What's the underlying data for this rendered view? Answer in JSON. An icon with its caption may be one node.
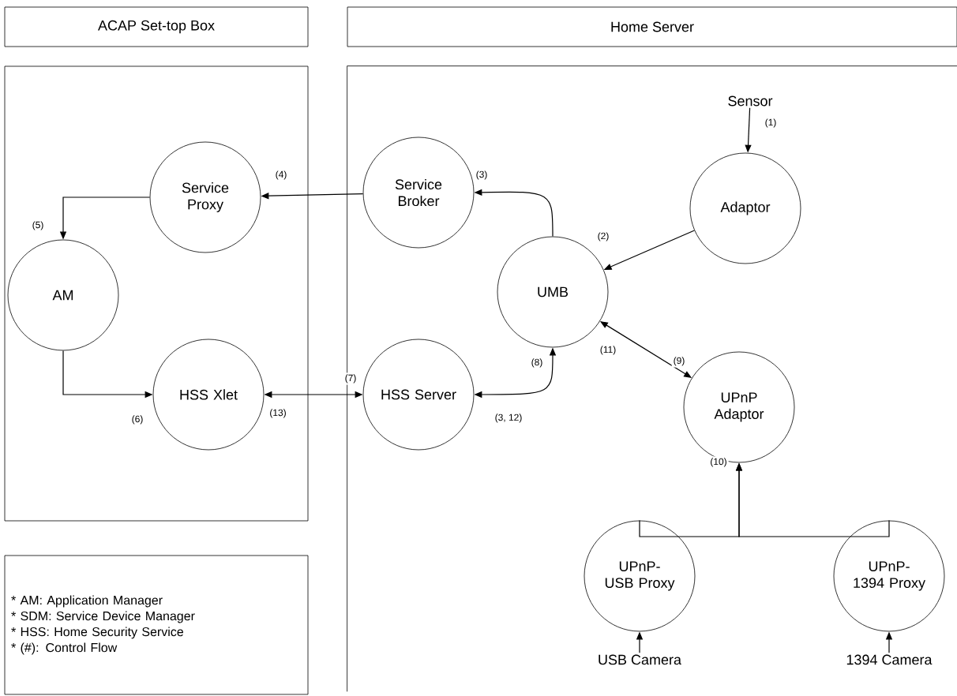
{
  "diagram": {
    "nodes": [
      {
        "text": [
          "ACAP Set-top Box"
        ]
      },
      {
        "text": [
          "Home Server"
        ]
      },
      {
        "text": [],
        "shape": "box"
      },
      {
        "text": [],
        "shape": "box"
      },
      {
        "text": [
          "Service Proxy"
        ],
        "in": 2
      },
      {
        "text": [
          "AM"
        ],
        "in": 2
      },
      {
        "text": [
          "HSS Xlet"
        ],
        "in": 2
      },
      {
        "text": [
          "Service Broker"
        ],
        "in": 3
      },
      {
        "text": [
          "UMB"
        ],
        "in": 3
      },
      {
        "text": [
          "Sensor"
        ],
        "in": 3
      },
      {
        "text": [
          "Adaptor"
        ],
        "in": 3
      },
      {
        "text": [
          "HSS Server"
        ],
        "in": 3
      },
      {
        "text": [
          "UPnP Adaptor"
        ],
        "in": 3
      },
      {
        "text": [
          "UPnP- USB Proxy"
        ],
        "in": 3
      },
      {
        "text": [
          "UPnP- 1394 Proxy"
        ],
        "in": 3
      },
      {
        "text": [
          "USB Camera"
        ],
        "in": 3
      },
      {
        "text": [
          "1394 Camera"
        ],
        "in": 3
      },
      {
        "text": [
          "* AM: Application Manager",
          "* SDM: Service Device Manager",
          "* HSS: Home Security Service",
          "* (#): Control Flow"
        ]
      }
    ],
    "edges": [
      {
        "from": 9,
        "to": 10,
        "arrow": "to",
        "label": "(1)"
      },
      {
        "from": 10,
        "to": 8,
        "arrow": "to",
        "label": "(2)"
      },
      {
        "from": 8,
        "to": 7,
        "arrow": "to",
        "label": "(3)"
      },
      {
        "from": 7,
        "to": 4,
        "arrow": "to",
        "label": "(4)"
      },
      {
        "from": 4,
        "to": 5,
        "arrow": "to",
        "label": "(5)"
      },
      {
        "from": 5,
        "to": 6,
        "arrow": "to",
        "label": "(6)"
      },
      {
        "from": 6,
        "to": 11,
        "arrow": "both",
        "label": "(7)"
      },
      {
        "from": 8,
        "to": 11,
        "arrow": "both",
        "label": "(8)"
      },
      {
        "from": 8,
        "to": 12,
        "arrow": "both",
        "label": "(9)"
      },
      {
        "from": 13,
        "to": 12,
        "arrow": "to",
        "label": "(10)"
      },
      {
        "from": 14,
        "to": 12,
        "arrow": "to"
      },
      {
        "from": 15,
        "to": 13,
        "arrow": "to"
      },
      {
        "from": 16,
        "to": 14,
        "arrow": "to"
      }
    ],
    "labels": [
      "(13)",
      "(3, 12)",
      "(11)"
    ]
  }
}
